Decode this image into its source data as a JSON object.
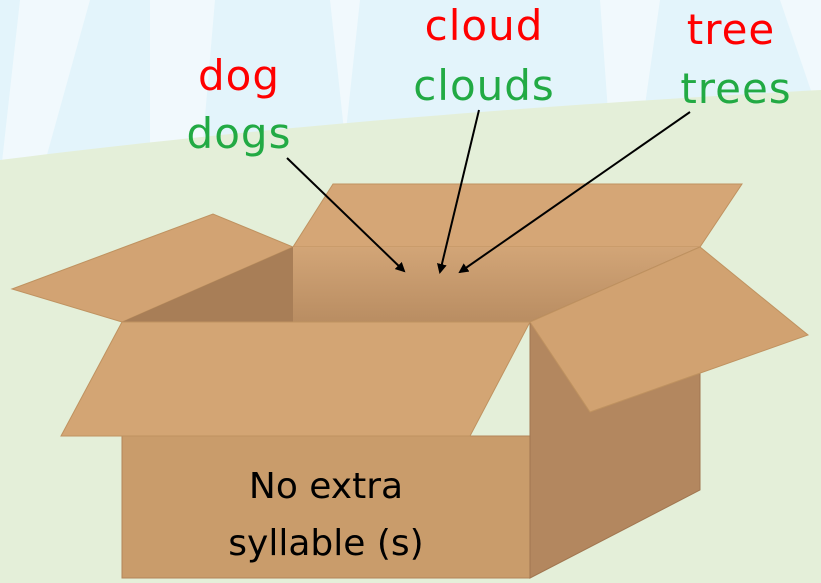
{
  "words": [
    {
      "singular": "dog",
      "plural": "dogs"
    },
    {
      "singular": "cloud",
      "plural": "clouds"
    },
    {
      "singular": "tree",
      "plural": "trees"
    }
  ],
  "box_label": {
    "line1": "No extra",
    "line2": "syllable (s)"
  },
  "colors": {
    "singular": "#ff0000",
    "plural": "#22aa44",
    "sky": "#dff3fb",
    "hill": "#e6f1d8",
    "box_front": "#c99c6b",
    "box_side": "#b3875f",
    "box_back": "#d4a574",
    "arrow": "#000000"
  }
}
